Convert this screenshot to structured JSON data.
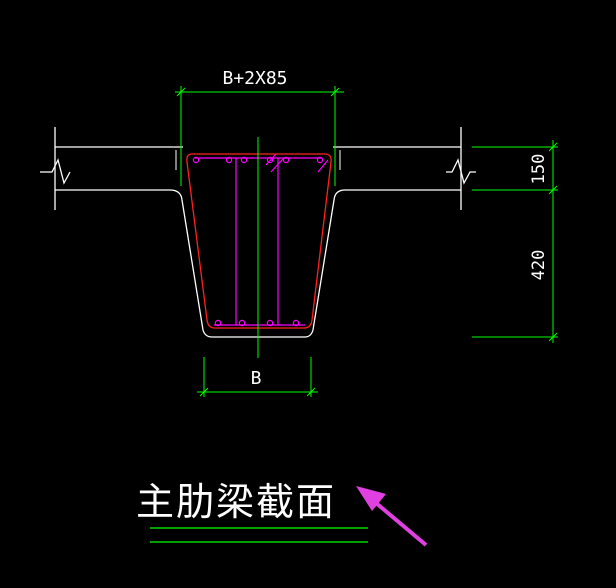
{
  "drawing": {
    "title": "主肋梁截面",
    "dim_top": "B+2X85",
    "dim_bottom": "B",
    "dim_slab_thickness": "150",
    "dim_rib_depth": "420"
  },
  "colors": {
    "background": "#000000",
    "outline": "#ffffff",
    "dimension": "#00ff00",
    "rebar_outer": "#ff2020",
    "rebar_stirrup": "#ff00ff",
    "centerline": "#00ff00",
    "arrow": "#e040e0"
  }
}
